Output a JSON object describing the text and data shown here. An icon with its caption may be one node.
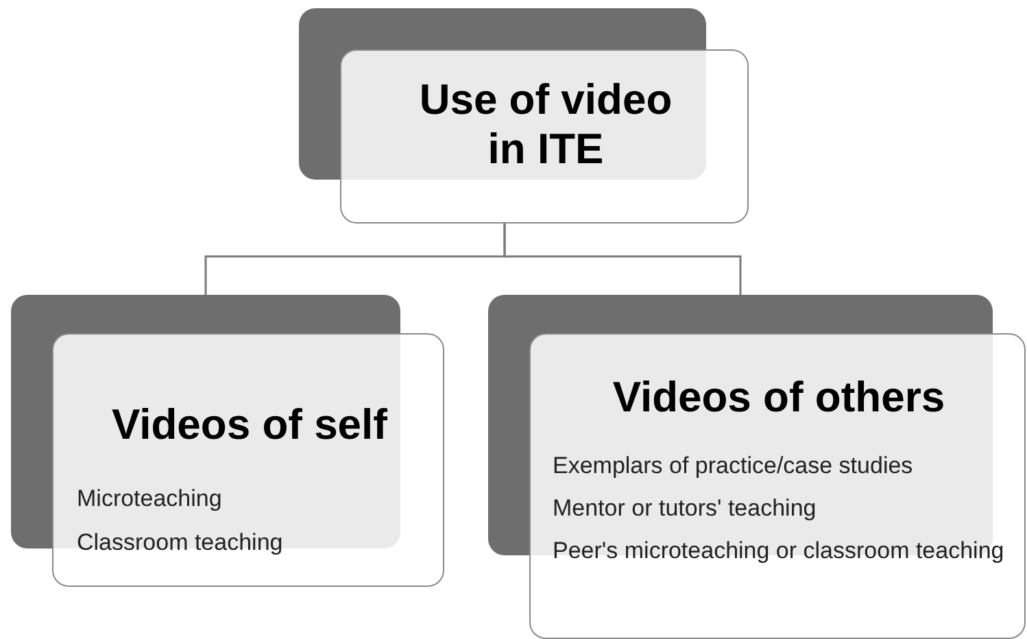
{
  "diagram": {
    "nodes": [
      {
        "text": [
          "Use of video in ITE"
        ]
      },
      {
        "text": [
          "Videos of self",
          "Microteaching",
          "Classroom teaching"
        ]
      },
      {
        "text": [
          "Videos of others",
          "Exemplars of practice/case studies",
          "Mentor or tutors' teaching",
          "Peer's microteaching or classroom teaching"
        ]
      }
    ],
    "edges": [
      {
        "from": 0,
        "to": 1,
        "arrow": "none"
      },
      {
        "from": 0,
        "to": 2,
        "arrow": "none"
      }
    ]
  }
}
